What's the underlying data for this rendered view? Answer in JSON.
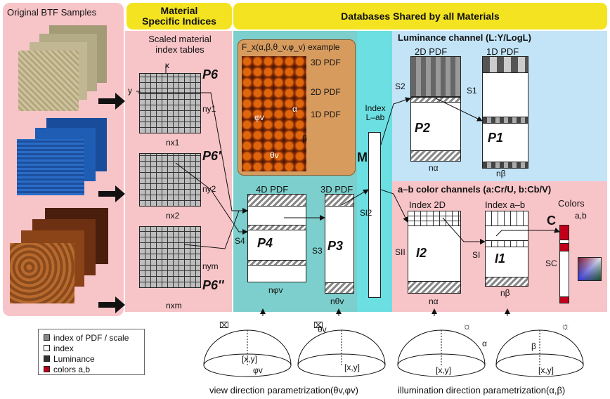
{
  "headers": {
    "original": "Original BTF Samples",
    "material_specific": "Material Specific Indices",
    "shared": "Databases Shared by all Materials",
    "scaled_tables": "Scaled material index tables",
    "example": "F_x(α,β,θ_v,φ_v) example",
    "luminance": "Luminance channel (L:Y/LogL)",
    "ab": "a–b color channels (a:Cr/U, b:Cb/V)"
  },
  "material_tables": [
    {
      "P": "P6",
      "ny": "ny1",
      "nx": "nx1"
    },
    {
      "P": "P6'",
      "ny": "ny2",
      "nx": "nx2"
    },
    {
      "P": "P6''",
      "ny": "nym",
      "nx": "nxm"
    }
  ],
  "axes": {
    "x": "x",
    "y": "y"
  },
  "example_labels": [
    "3D PDF",
    "2D PDF",
    "1D PDF",
    "φv",
    "θv",
    "α",
    "β"
  ],
  "pdf4": {
    "title": "4D PDF",
    "P": "P4",
    "S": "S4",
    "n": "nφv"
  },
  "pdf3": {
    "title": "3D PDF",
    "P": "P3",
    "S": "S3",
    "n": "nθv"
  },
  "index_lab": {
    "title": "Index L–ab",
    "M": "M",
    "S": "Sl2"
  },
  "lum": {
    "pdf2": "2D PDF",
    "pdf1": "1D PDF",
    "P2": "P2",
    "P1": "P1",
    "S2": "S2",
    "S1": "S1",
    "na": "nα",
    "nb": "nβ"
  },
  "ab_ch": {
    "index2d": "Index 2D",
    "indexab": "Index a–b",
    "colors": "Colors",
    "ab": "a,b",
    "I2": "I2",
    "I1": "I1",
    "C": "C",
    "SII": "SII",
    "SI": "SI",
    "SC": "SC",
    "na": "nα",
    "nb": "nβ"
  },
  "legend": [
    {
      "label": "index of PDF / scale",
      "color": "#888888"
    },
    {
      "label": "index",
      "color": "#ffffff"
    },
    {
      "label": "Luminance",
      "color": "#333333"
    },
    {
      "label": "colors a,b",
      "color": "#c0001a"
    }
  ],
  "bottom": {
    "view": "view direction parametrization(θv,φv)",
    "illum": "illumination direction parametrization(α,β)",
    "xy": "[x,y]",
    "phi": "φv",
    "theta": "θv",
    "alpha": "α",
    "beta": "β"
  },
  "colors": {
    "pink": "#f7c4c8",
    "cyan": "#6cdfe2",
    "teal": "#7ccfcc",
    "blue": "#c3e4f7",
    "yellow": "#f4e321",
    "red": "#c0001a"
  }
}
